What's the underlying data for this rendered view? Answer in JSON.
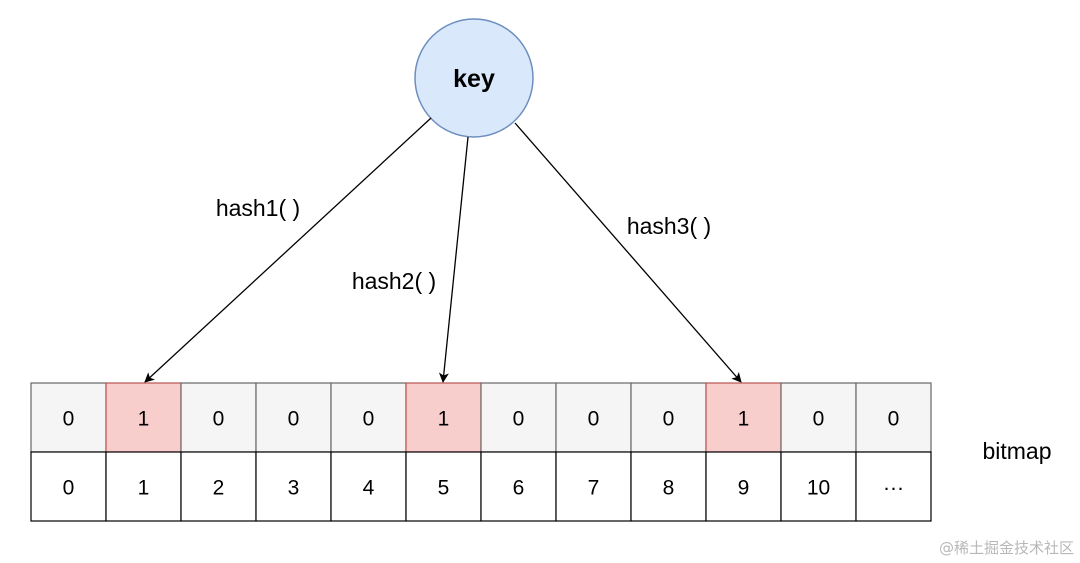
{
  "key_label": "key",
  "hash_labels": [
    "hash1( )",
    "hash2( )",
    "hash3( )"
  ],
  "bitmap_label": "bitmap",
  "bit_values": [
    "0",
    "1",
    "0",
    "0",
    "0",
    "1",
    "0",
    "0",
    "0",
    "1",
    "0",
    "0"
  ],
  "index_labels": [
    "0",
    "1",
    "2",
    "3",
    "4",
    "5",
    "6",
    "7",
    "8",
    "9",
    "10",
    "···"
  ],
  "highlighted_indices": [
    1,
    5,
    9
  ],
  "watermark": "@稀土掘金技术社区",
  "colors": {
    "key_fill": "#dae8fc",
    "key_stroke": "#6c8ebf",
    "set_bit_fill": "#f8cecc",
    "set_bit_stroke": "#b85450",
    "bit_fill": "#f5f5f5",
    "bit_stroke": "#666666",
    "index_fill": "#ffffff",
    "index_stroke": "#000000"
  }
}
